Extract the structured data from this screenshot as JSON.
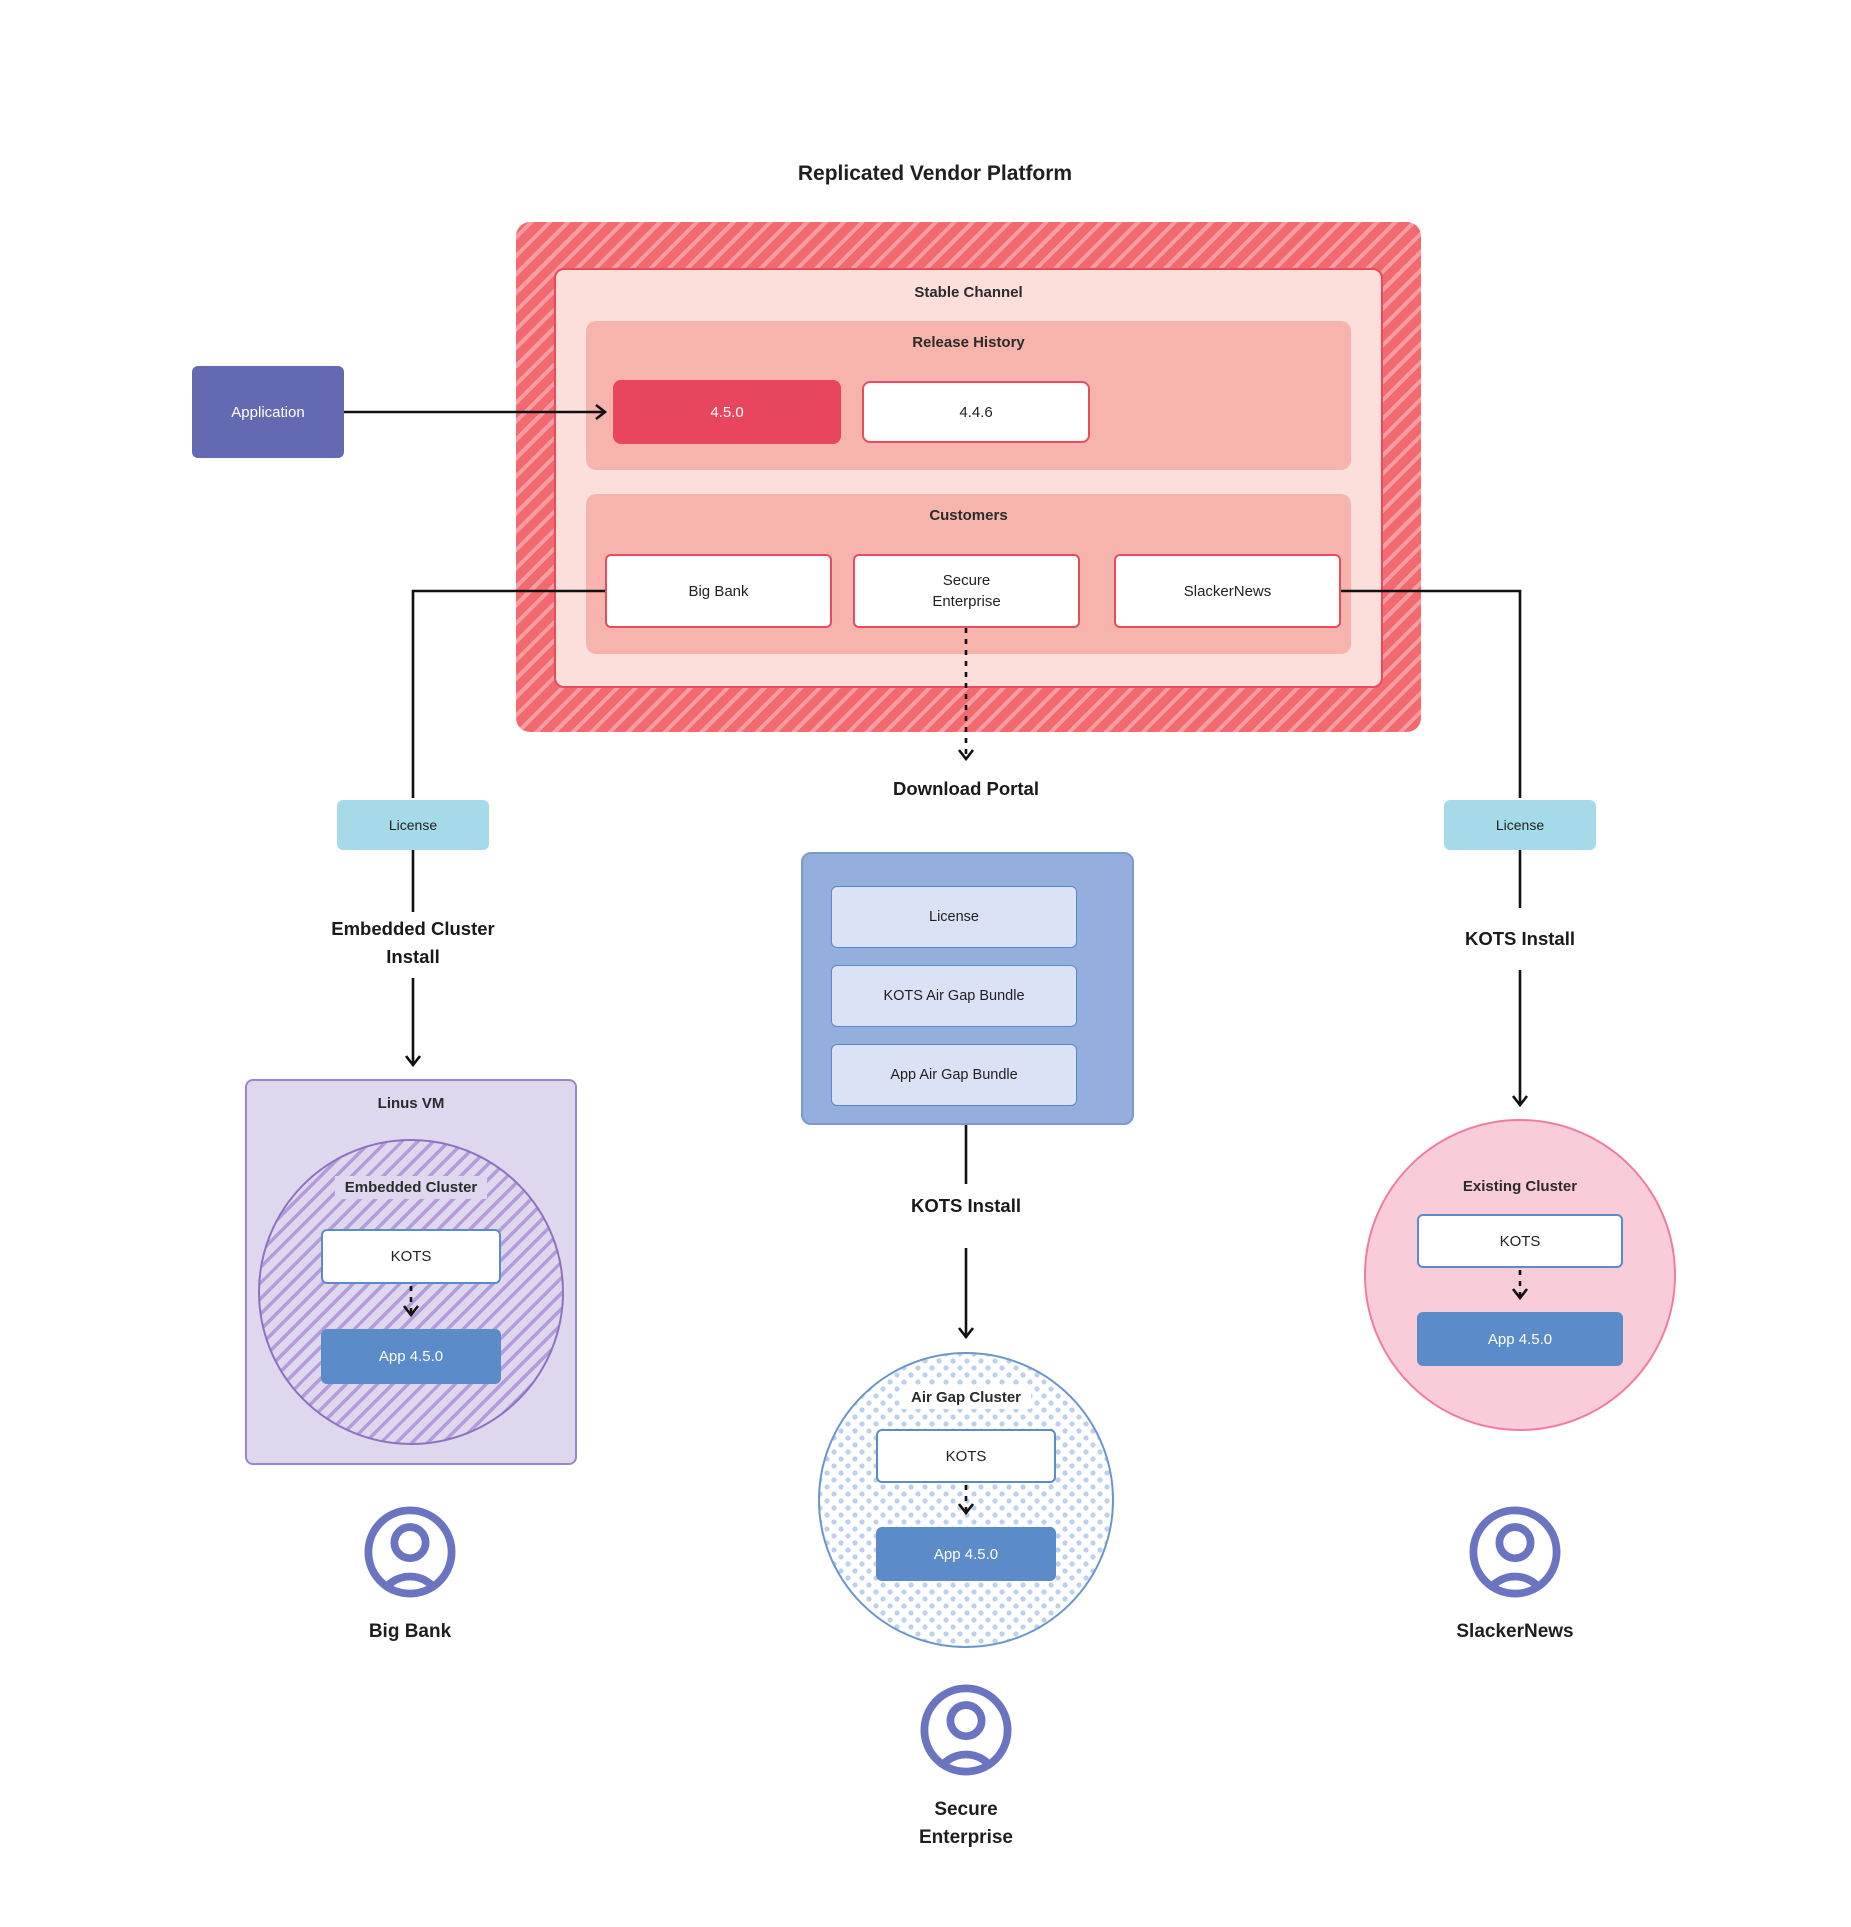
{
  "title": "Replicated Vendor Platform",
  "platform": {
    "stable_channel": {
      "label": "Stable Channel",
      "release_history": {
        "label": "Release History",
        "releases": [
          {
            "version": "4.5.0",
            "state": "current"
          },
          {
            "version": "4.4.6",
            "state": "previous"
          }
        ]
      },
      "customers": {
        "label": "Customers",
        "items": [
          "Big Bank",
          "Secure Enterprise",
          "SlackerNews"
        ]
      }
    }
  },
  "application": {
    "label": "Application"
  },
  "flows": {
    "big_bank": {
      "license_label": "License",
      "install_label": "Embedded Cluster Install",
      "vm_label": "Linus VM",
      "cluster_label": "Embedded Cluster",
      "kots_label": "KOTS",
      "app_label": "App 4.5.0",
      "user_label": "Big Bank"
    },
    "secure_enterprise": {
      "portal_title": "Download Portal",
      "portal_items": [
        "License",
        "KOTS Air Gap Bundle",
        "App Air Gap Bundle"
      ],
      "install_label": "KOTS Install",
      "cluster_label": "Air Gap Cluster",
      "kots_label": "KOTS",
      "app_label": "App 4.5.0",
      "user_label": "Secure Enterprise"
    },
    "slackernews": {
      "license_label": "License",
      "install_label": "KOTS Install",
      "cluster_label": "Existing Cluster",
      "kots_label": "KOTS",
      "app_label": "App 4.5.0",
      "user_label": "SlackerNews"
    }
  },
  "colors": {
    "hatch_red": "#f26a70",
    "hatch_red_stripe": "#f89da1",
    "channel_fill": "#fcdeda",
    "red_border": "#e84b5e",
    "section_fill": "#f7b4ad",
    "release_current": "#e8465f",
    "application_purple": "#646ab2",
    "license_cyan": "#a5dbe8",
    "portal_blue": "#94aedd",
    "portal_item_fill": "#dce2f6",
    "blue_border": "#5a87c8",
    "app_blue": "#5b8bc8",
    "vm_lavender": "#ded7ed",
    "purple_border": "#9a86cc",
    "purple_hatch": "#b49cda",
    "pink_fill": "#f8ccd9",
    "pink_border": "#ef7da0",
    "dot_blue": "#bed1ec",
    "user_icon_purple": "#6a74c0",
    "connector": "#111111"
  }
}
